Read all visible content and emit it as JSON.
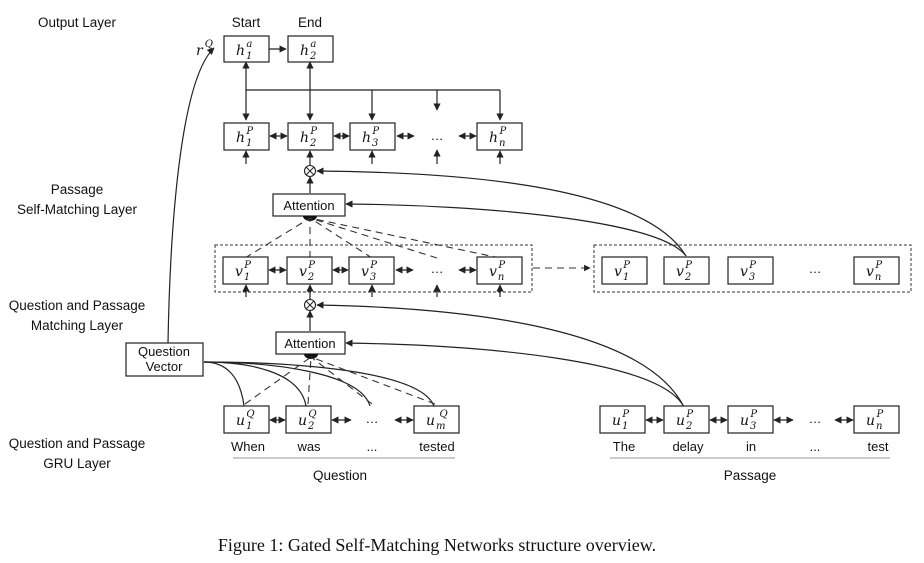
{
  "layers": {
    "output": "Output Layer",
    "self_matching": [
      "Passage",
      "Self-Matching Layer"
    ],
    "qp_matching": [
      "Question and Passage",
      "Matching Layer"
    ],
    "gru": [
      "Question and Passage",
      "GRU Layer"
    ]
  },
  "output_heads": {
    "start": "Start",
    "end": "End"
  },
  "rq": {
    "main": "r",
    "sup": "Q"
  },
  "h_a": [
    {
      "main": "h",
      "sub": "1",
      "sup": "a"
    },
    {
      "main": "h",
      "sub": "2",
      "sup": "a"
    }
  ],
  "h_p": [
    {
      "main": "h",
      "sub": "1",
      "sup": "P"
    },
    {
      "main": "h",
      "sub": "2",
      "sup": "P"
    },
    {
      "main": "h",
      "sub": "3",
      "sup": "P"
    },
    {
      "main": "h",
      "sub": "n",
      "sup": "P"
    }
  ],
  "v_left": [
    {
      "main": "v",
      "sub": "1",
      "sup": "P"
    },
    {
      "main": "v",
      "sub": "2",
      "sup": "P"
    },
    {
      "main": "v",
      "sub": "3",
      "sup": "P"
    },
    {
      "main": "v",
      "sub": "n",
      "sup": "P"
    }
  ],
  "v_right": [
    {
      "main": "v",
      "sub": "1",
      "sup": "P"
    },
    {
      "main": "v",
      "sub": "2",
      "sup": "P"
    },
    {
      "main": "v",
      "sub": "3",
      "sup": "P"
    },
    {
      "main": "v",
      "sub": "n",
      "sup": "P"
    }
  ],
  "u_q": [
    {
      "main": "u",
      "sub": "1",
      "sup": "Q"
    },
    {
      "main": "u",
      "sub": "2",
      "sup": "Q"
    },
    {
      "main": "u",
      "sub": "m",
      "sup": "Q"
    }
  ],
  "u_p": [
    {
      "main": "u",
      "sub": "1",
      "sup": "P"
    },
    {
      "main": "u",
      "sub": "2",
      "sup": "P"
    },
    {
      "main": "u",
      "sub": "3",
      "sup": "P"
    },
    {
      "main": "u",
      "sub": "n",
      "sup": "P"
    }
  ],
  "attention": "Attention",
  "question_vector": [
    "Question",
    "Vector"
  ],
  "ellipsis": "…",
  "question_words": [
    "When",
    "was",
    "...",
    "tested"
  ],
  "passage_words": [
    "The",
    "delay",
    "in",
    "...",
    "test"
  ],
  "question_label": "Question",
  "passage_label": "Passage",
  "caption": "Figure 1: Gated Self-Matching Networks structure overview."
}
